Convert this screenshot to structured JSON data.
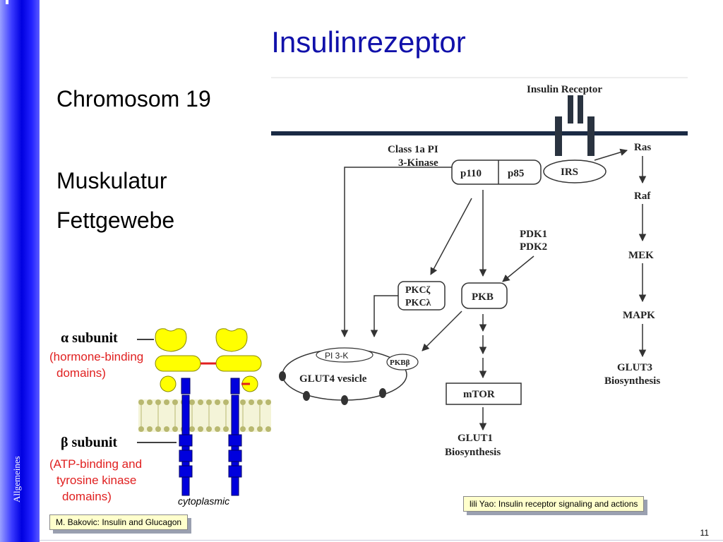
{
  "sidebar": {
    "label": "Allgemeines"
  },
  "slide": {
    "title": "Insulinrezeptor",
    "bullets": [
      "Chromosom 19",
      "Muskulatur",
      "Fettgewebe"
    ],
    "page_number": "11"
  },
  "pathway": {
    "insulin_receptor": "Insulin Receptor",
    "class_pi_1": "Class 1a PI",
    "class_pi_2": "3-Kinase",
    "p110": "p110",
    "p85": "p85",
    "irs": "IRS",
    "ras": "Ras",
    "raf": "Raf",
    "mek": "MEK",
    "mapk": "MAPK",
    "glut3_1": "GLUT3",
    "glut3_2": "Biosynthesis",
    "pdk1": "PDK1",
    "pdk2": "PDK2",
    "pkc1": "PKCζ",
    "pkc2": "PKCλ",
    "pkb": "PKB",
    "pi3k": "PI 3-K",
    "pkbb": "PKBβ",
    "glut4": "GLUT4 vesicle",
    "mtor": "mTOR",
    "glut1_1": "GLUT1",
    "glut1_2": "Biosynthesis"
  },
  "receptor": {
    "alpha_title": "α subunit",
    "alpha_desc_1": "(hormone-binding",
    "alpha_desc_2": "domains)",
    "beta_title": "β subunit",
    "beta_desc_1": "(ATP-binding and",
    "beta_desc_2": "tyrosine kinase",
    "beta_desc_3": "domains)",
    "cytoplasmic": "cytoplasmic"
  },
  "captions": {
    "pathway_source": "lili Yao: Insulin receptor signaling and actions",
    "receptor_source": "M. Bakovic: Insulin and Glucagon"
  }
}
